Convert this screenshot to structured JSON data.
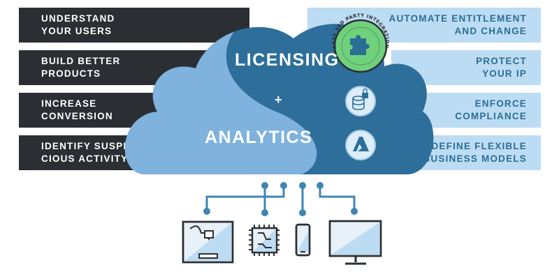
{
  "left_benefits": [
    {
      "label": "UNDERSTAND\nYOUR USERS"
    },
    {
      "label": "BUILD BETTER\nPRODUCTS"
    },
    {
      "label": "INCREASE\nCONVERSION"
    },
    {
      "label": "IDENTIFY SUSPI-\nCIOUS ACTIVITY"
    }
  ],
  "right_benefits": [
    {
      "label": "AUTOMATE ENTITLEMENT\nAND CHANGE"
    },
    {
      "label": "PROTECT\nYOUR IP"
    },
    {
      "label": "ENFORCE\nCOMPLIANCE"
    },
    {
      "label": "DEFINE FLEXIBLE\nBUSINESS MODELS"
    }
  ],
  "cloud": {
    "licensing": "LICENSING",
    "plus": "+",
    "analytics": "ANALYTICS",
    "badge_text": "EASY 3RD PARTY INTEGRATION"
  },
  "icons": {
    "puzzle": "puzzle-icon",
    "database_lock": "database-lock-icon",
    "azure": "azure-logo-icon",
    "printer": "3d-printer-icon",
    "chip": "chip-icon",
    "phone": "phone-icon",
    "monitor": "monitor-icon"
  },
  "colors": {
    "dark_band": "#2b2f33",
    "light_band": "#bcdcf3",
    "light_band_text": "#2b6e95",
    "cloud_dark": "#2d6f9a",
    "cloud_light": "#7fb2dc",
    "badge_green": "#6fd17c",
    "connector": "#3f86b3"
  }
}
